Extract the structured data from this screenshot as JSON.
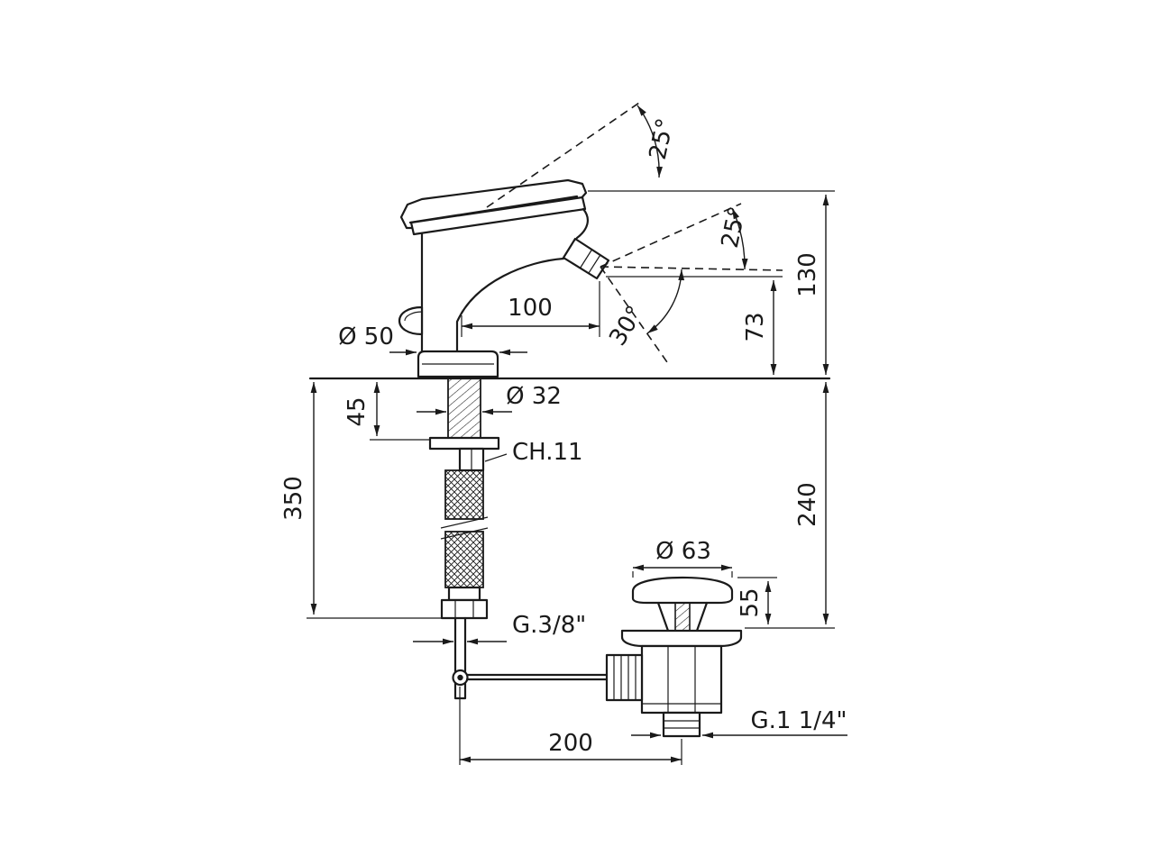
{
  "page": {
    "background": "#ffffff",
    "line_color": "#1a1a1a"
  },
  "drawing": {
    "type": "technical-dimension-drawing",
    "subject": "single-lever bidet mixer with swivel aerator and pop-up waste",
    "units": "mm",
    "labels": {
      "handle_angle": "25°",
      "spray_angle_upper": "25°",
      "spray_angle_lower": "30°",
      "spout_reach": "100",
      "spout_height": "73",
      "height_above_deck": "130",
      "base_diameter": "Ø 50",
      "shank_length": "45",
      "shank_diameter": "Ø 32",
      "wrench_size": "CH.11",
      "hose_length": "350",
      "depth_below_deck": "240",
      "waste_cap_diameter": "Ø 63",
      "waste_cap_height": "55",
      "supply_thread": "G.3/8\"",
      "rod_length": "200",
      "waste_thread": "G.1 1/4\""
    }
  }
}
